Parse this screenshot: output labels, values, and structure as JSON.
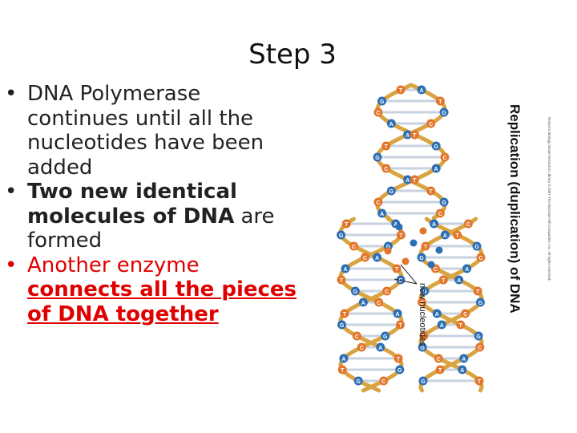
{
  "slide": {
    "title": "Step 3",
    "bullets": [
      {
        "plain": "DNA Polymerase continues until all the nucleotides have been added"
      },
      {
        "bold": "Two new identical molecules of DNA",
        "rest": " are formed"
      },
      {
        "plain": "Another enzyme ",
        "underlined": "connects all the pieces of DNA together"
      }
    ]
  },
  "figure": {
    "caption": "Replication (duplication) of DNA",
    "label": "new nucleotides",
    "credit": "Nelson's Biology Visual Resource Library © 2007 The McGraw-Hill Companies, Inc. All rights reserved.",
    "base_letters": [
      "A",
      "T",
      "G",
      "C"
    ],
    "colors": {
      "strand": "#d9a441",
      "base_blue": "#2d6fb5",
      "base_orange": "#e2762c",
      "bullet_red": "#e00000"
    }
  }
}
